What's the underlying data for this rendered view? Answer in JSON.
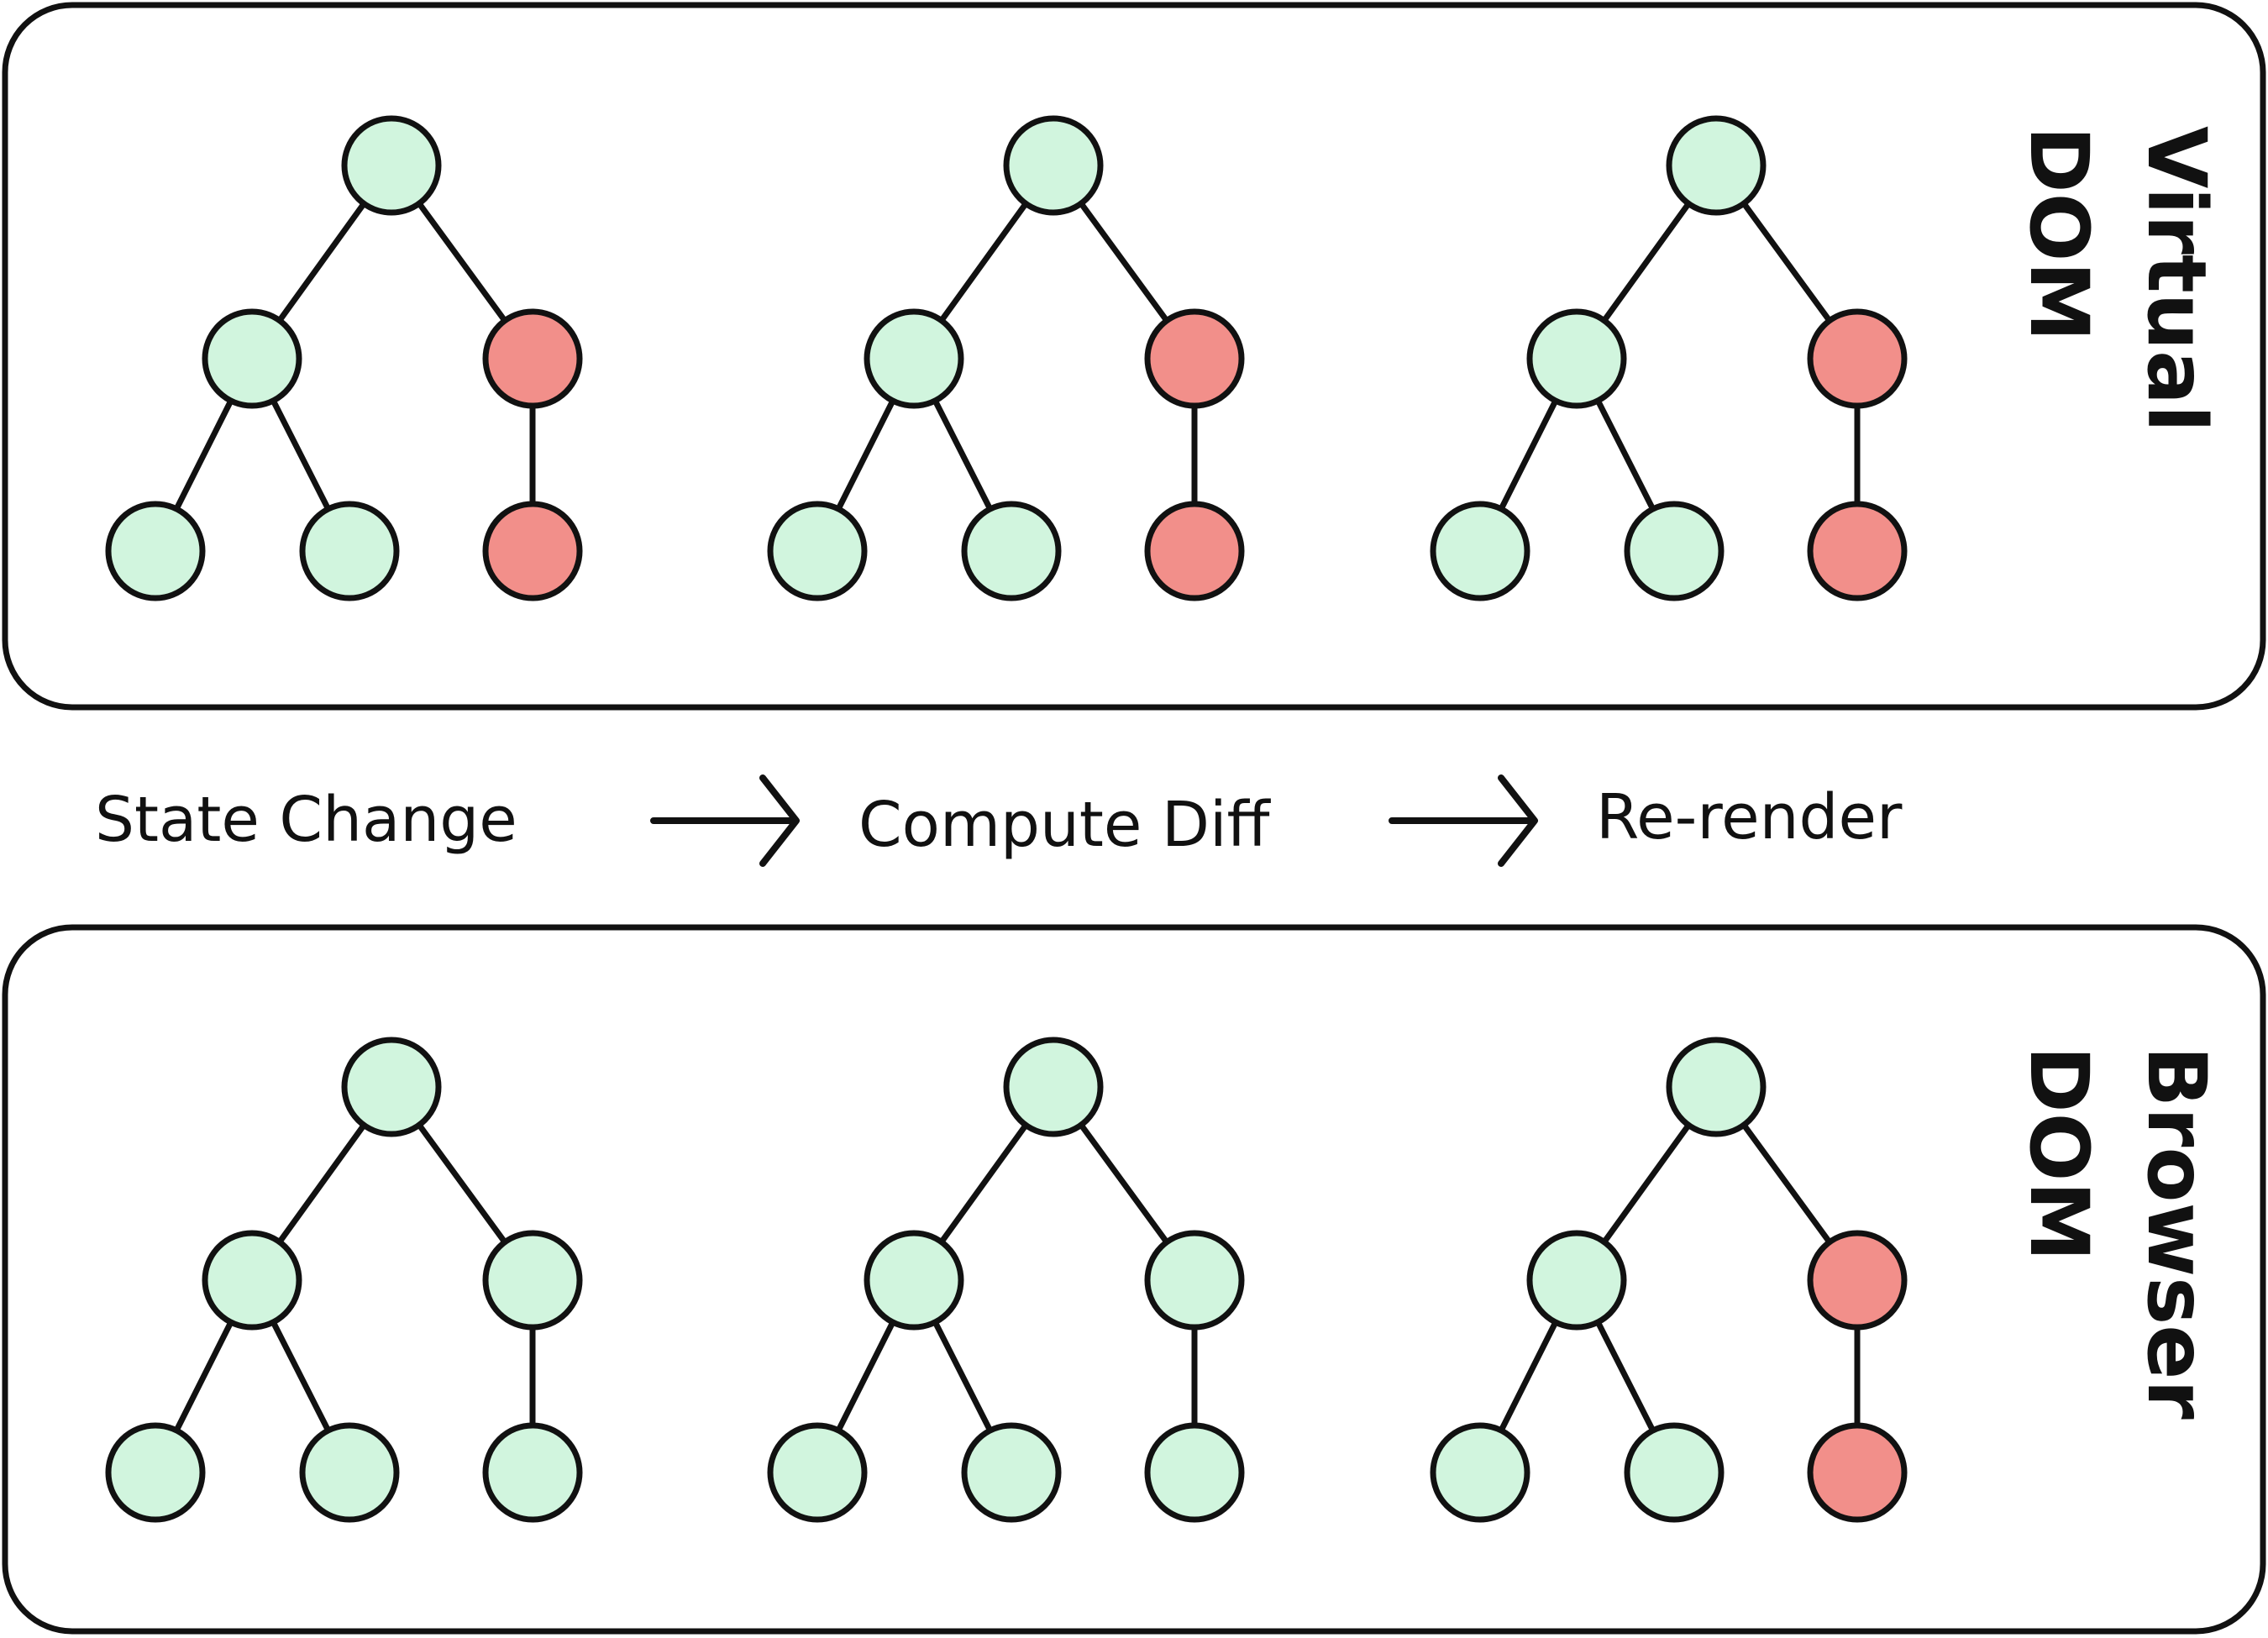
{
  "colors": {
    "unchanged": "#d1f5de",
    "changed": "#f28f8a",
    "stroke": "#111111"
  },
  "flow": {
    "steps": [
      "State Change",
      "Compute Diff",
      "Re-render"
    ]
  },
  "panels": [
    {
      "id": "virtual",
      "title_lines": [
        "Virtual",
        "DOM"
      ],
      "trees": [
        {
          "changed": [
            "b",
            "e"
          ]
        },
        {
          "changed": [
            "b",
            "e"
          ]
        },
        {
          "changed": [
            "b",
            "e"
          ]
        }
      ]
    },
    {
      "id": "browser",
      "title_lines": [
        "Browser",
        "DOM"
      ],
      "trees": [
        {
          "changed": []
        },
        {
          "changed": []
        },
        {
          "changed": [
            "b",
            "e"
          ]
        }
      ]
    }
  ]
}
